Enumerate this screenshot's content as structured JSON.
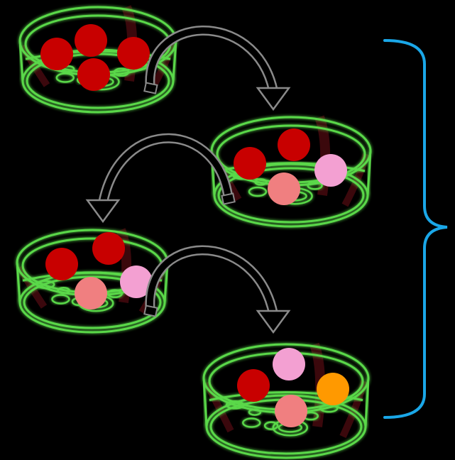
{
  "colors": {
    "background": "#000000",
    "dish_outline": "#5ad84a",
    "dish_glow": "#2f8f2a",
    "dish_shadow": "#4a0a10",
    "arrow": "#8a8a8a",
    "bracket": "#1aa7e8",
    "cell_red": "#c80000",
    "cell_salmon": "#f07f80",
    "cell_pink": "#f3a0d2",
    "cell_orange": "#ff9900"
  },
  "dishes": [
    {
      "name": "dish-1",
      "cells": [
        "red",
        "red",
        "red",
        "red"
      ]
    },
    {
      "name": "dish-2",
      "cells": [
        "red",
        "red",
        "pink",
        "salmon"
      ]
    },
    {
      "name": "dish-3",
      "cells": [
        "red",
        "red",
        "pink",
        "salmon"
      ]
    },
    {
      "name": "dish-4",
      "cells": [
        "red",
        "pink",
        "orange",
        "salmon"
      ]
    }
  ],
  "arrows": [
    {
      "name": "transfer-arrow-1",
      "icon": "curved-arrow-icon"
    },
    {
      "name": "transfer-arrow-2",
      "icon": "curved-arrow-icon"
    },
    {
      "name": "transfer-arrow-3",
      "icon": "curved-arrow-icon"
    }
  ],
  "bracket": {
    "icon": "curly-brace-icon"
  }
}
